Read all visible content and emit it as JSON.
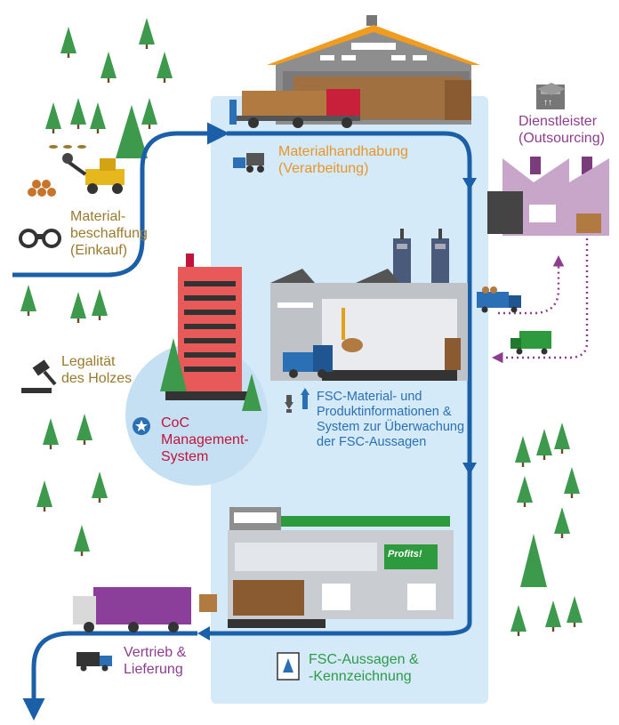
{
  "labels": {
    "material_handling": [
      "Materialhandhabung",
      "(Verarbeitung)"
    ],
    "procurement": [
      "Material-",
      "beschaffung",
      "(Einkauf)"
    ],
    "service_provider": [
      "Dienstleister",
      "(Outsourcing)"
    ],
    "legality": [
      "Legalität",
      "des Holzes"
    ],
    "coc": [
      "CoC",
      "Management-",
      "System"
    ],
    "fsc_info": [
      "FSC-Material- und",
      "Produktinformationen &",
      "System zur Überwachung",
      "der FSC-Aussagen"
    ],
    "distribution": [
      "Vertrieb &",
      "Lieferung"
    ],
    "claims": [
      "FSC-Aussagen &",
      "-Kennzeichnung"
    ],
    "profits_sign": "Profits!"
  },
  "colors": {
    "flow_arrow": "#1b5fa8",
    "panel": "#d4eaf8",
    "circle": "#c6e0f3",
    "tree": "#3d9a4c",
    "warehouse_roof": "#f29c1f",
    "factory_green": "#2c9a3d",
    "tower": "#e85a5a",
    "truck": "#8b3f9a",
    "provider": "#c8a6c9"
  }
}
